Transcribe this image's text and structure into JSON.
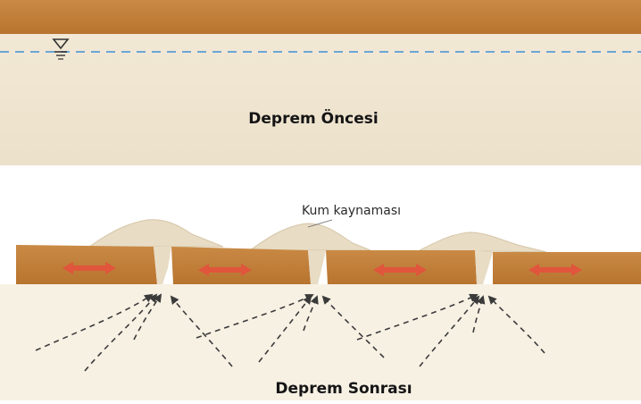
{
  "figure": {
    "before": {
      "title": "Deprem Öncesi"
    },
    "after": {
      "title": "Deprem Sonrası",
      "sand_boil_label": "Kum kaynaması"
    }
  },
  "colors": {
    "background": "#ffffff",
    "sand_layer": "#f0e6d2",
    "clay_layer": "#c98a45",
    "clay_layer_dark": "#b8742f",
    "water_table": "#6aa6d6",
    "arrow_red": "#e0553c",
    "arrow_dark": "#3b3b3b",
    "sand_mound": "#e8dcc5"
  },
  "icons": {
    "water_level_symbol": "water-table-triangle-icon",
    "lateral_spread_arrow": "double-headed-arrow-icon",
    "water_flow_arrow": "dashed-arrow-icon"
  }
}
